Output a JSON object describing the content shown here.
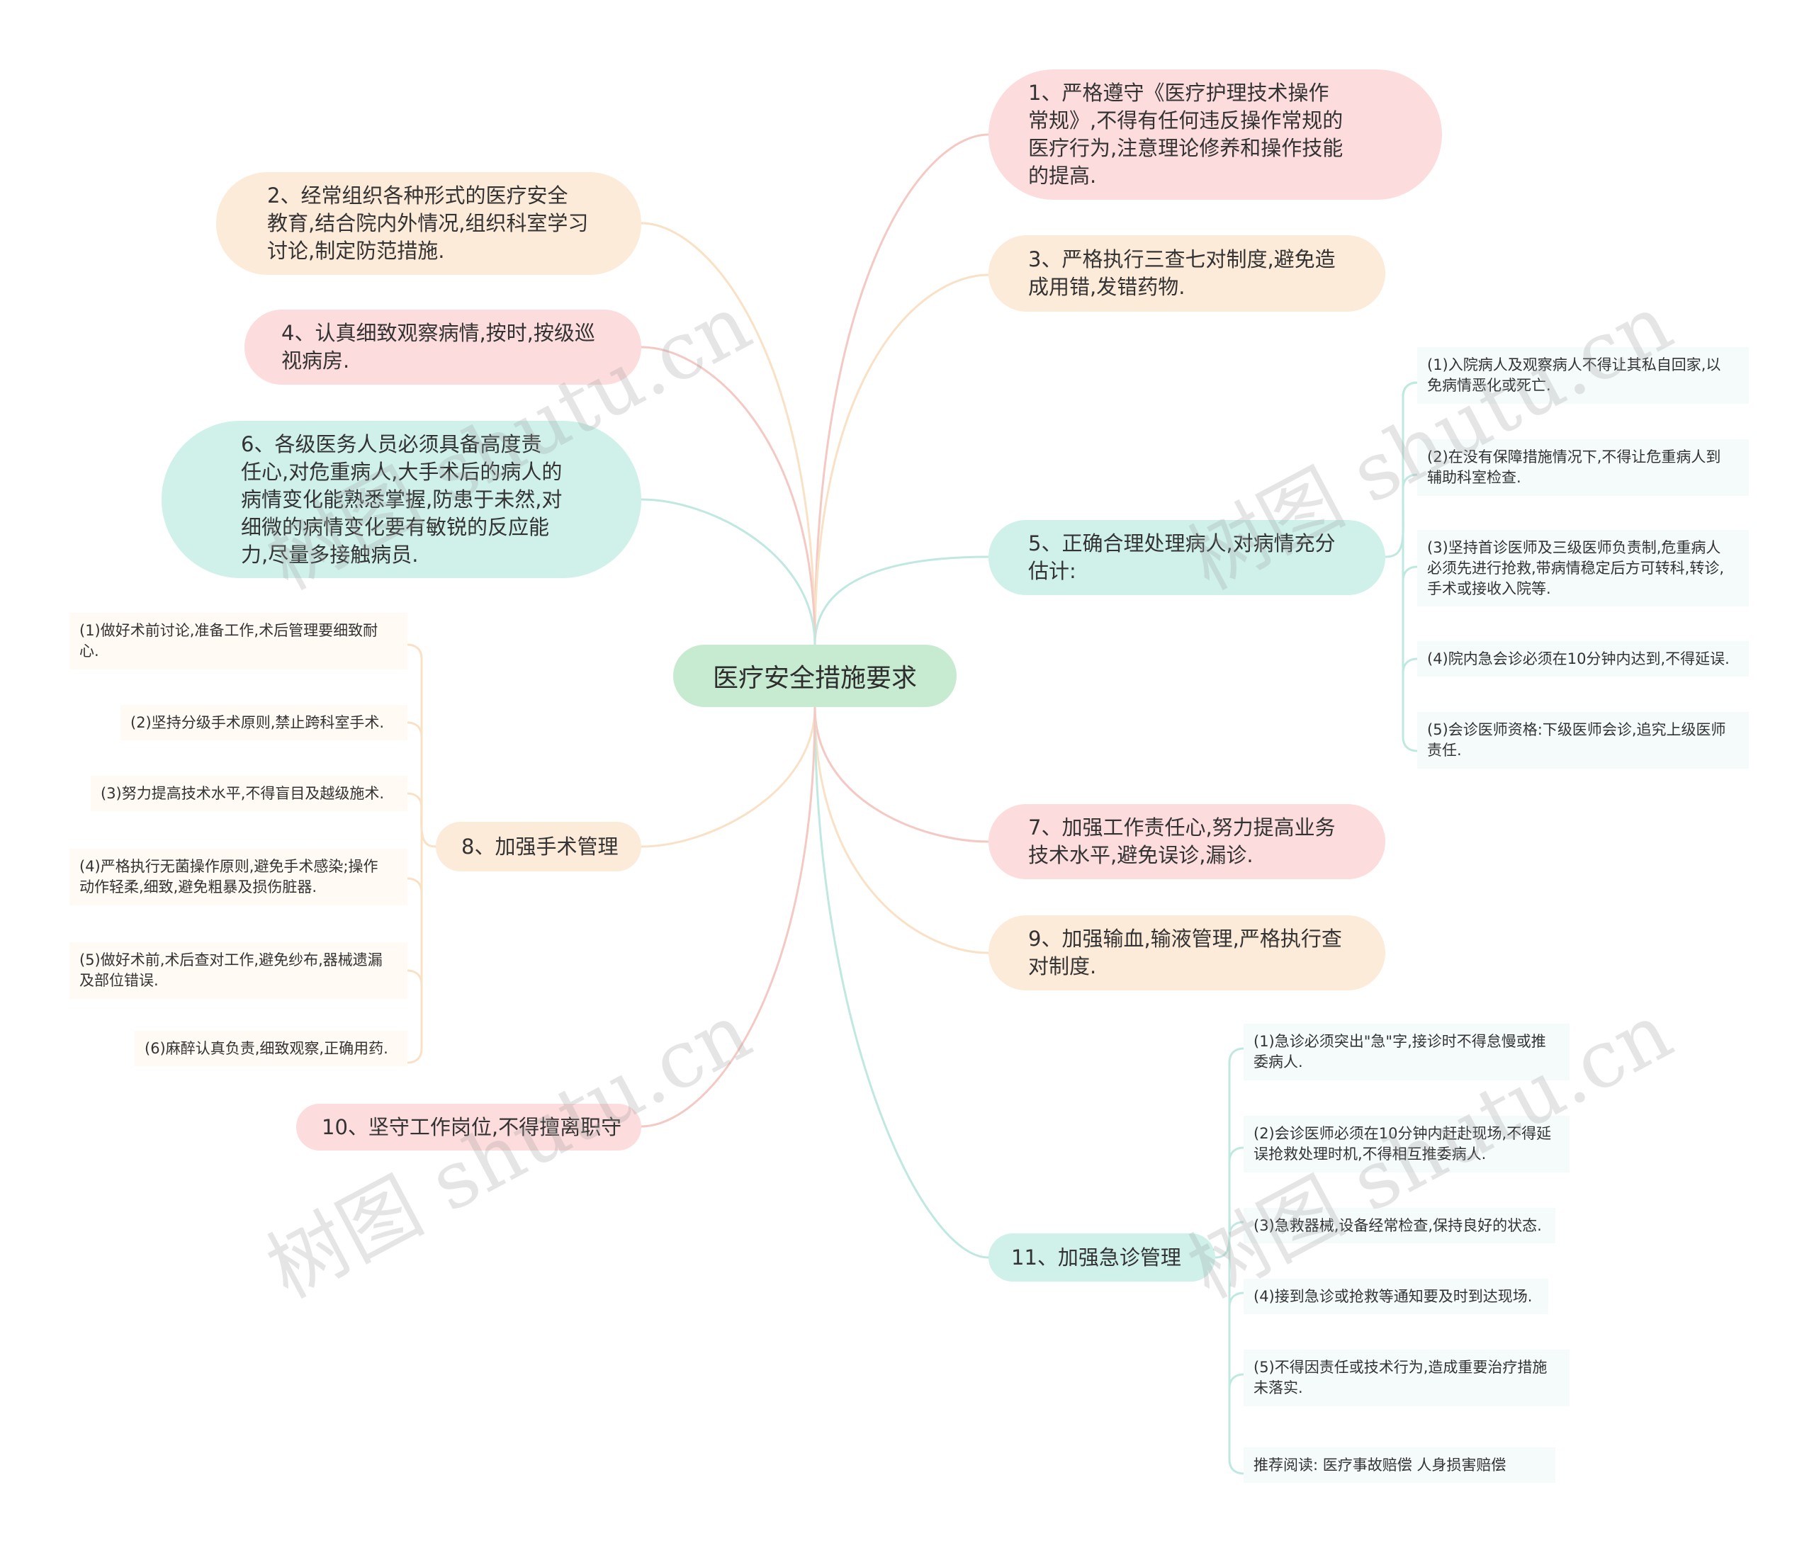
{
  "root": "医疗安全措施要求",
  "branches": {
    "b1": "1、严格遵守《医疗护理技术操作\n常规》,不得有任何违反操作常规的\n医疗行为,注意理论修养和操作技能\n的提高.",
    "b2": "2、经常组织各种形式的医疗安全\n教育,结合院内外情况,组织科室学习\n讨论,制定防范措施.",
    "b3": "3、严格执行三查七对制度,避免造\n成用错,发错药物.",
    "b4": "4、认真细致观察病情,按时,按级巡\n视病房.",
    "b5": "5、正确合理处理病人,对病情充分\n估计:",
    "b6": "6、各级医务人员必须具备高度责\n任心,对危重病人,大手术后的病人的\n病情变化能熟悉掌握,防患于未然,对\n细微的病情变化要有敏锐的反应能\n力,尽量多接触病员.",
    "b7": "7、加强工作责任心,努力提高业务\n技术水平,避免误诊,漏诊.",
    "b8": "8、加强手术管理",
    "b9": "9、加强输血,输液管理,严格执行查\n对制度.",
    "b10": "10、坚守工作岗位,不得擅离职守",
    "b11": "11、加强急诊管理"
  },
  "b5_items": [
    "(1)入院病人及观察病人不得让其私自回家,以\n免病情恶化或死亡.",
    "(2)在没有保障措施情况下,不得让危重病人到\n辅助科室检查.",
    "(3)坚持首诊医师及三级医师负责制,危重病人\n必须先进行抢救,带病情稳定后方可转科,转诊,\n手术或接收入院等.",
    "(4)院内急会诊必须在10分钟内达到,不得延误.",
    "(5)会诊医师资格:下级医师会诊,追究上级医师\n责任."
  ],
  "b8_items": [
    "(1)做好术前讨论,准备工作,术后管理要细致耐\n心.",
    "(2)坚持分级手术原则,禁止跨科室手术.",
    "(3)努力提高技术水平,不得盲目及越级施术.",
    "(4)严格执行无菌操作原则,避免手术感染;操作\n动作轻柔,细致,避免粗暴及损伤脏器.",
    "(5)做好术前,术后查对工作,避免纱布,器械遗漏\n及部位错误.",
    "(6)麻醉认真负责,细致观察,正确用药."
  ],
  "b11_items": [
    "(1)急诊必须突出\"急\"字,接诊时不得怠慢或推\n委病人.",
    "(2)会诊医师必须在10分钟内赶赴现场,不得延\n误抢救处理时机,不得相互推委病人.",
    "(3)急救器械,设备经常检查,保持良好的状态.",
    "(4)接到急诊或抢救等通知要及时到达现场.",
    "(5)不得因责任或技术行为,造成重要治疗措施\n未落实.",
    "推荐阅读:  医疗事故赔偿    人身损害赔偿"
  ],
  "watermark": "树图 shutu.cn",
  "colors": {
    "pink": "#fcdcdc",
    "peach": "#fdebd9",
    "teal": "#cff1ea",
    "root": "#c7ebd1",
    "link_pink": "#f4c9c4",
    "link_peach": "#f9e1c6",
    "link_teal": "#bfe8e0"
  }
}
